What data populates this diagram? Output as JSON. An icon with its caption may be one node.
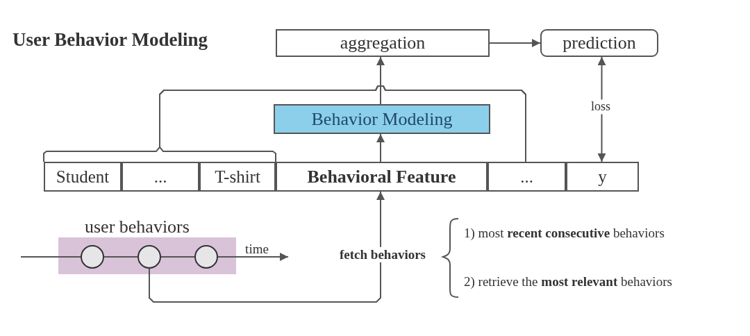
{
  "diagram": {
    "title": "User Behavior Modeling",
    "nodes": [
      {
        "text": [
          "aggregation"
        ]
      },
      {
        "text": [
          "prediction"
        ]
      },
      {
        "text": [
          "Behavior Modeling"
        ]
      },
      {
        "text": [
          "Student"
        ]
      },
      {
        "text": [
          "..."
        ]
      },
      {
        "text": [
          "T-shirt"
        ]
      },
      {
        "text": [
          "Behavioral Feature"
        ]
      },
      {
        "text": [
          "..."
        ]
      },
      {
        "text": [
          "y"
        ]
      },
      {
        "text": [
          "user behaviors"
        ]
      },
      {
        "text": [],
        "shape": "circle",
        "in": 9
      },
      {
        "text": [],
        "shape": "circle",
        "in": 9
      },
      {
        "text": [],
        "shape": "circle",
        "in": 9
      }
    ],
    "edges": [
      {
        "from": 0,
        "to": 1,
        "arrow": "to"
      },
      {
        "from": 2,
        "to": 0,
        "arrow": "to"
      },
      {
        "from": 6,
        "to": 2,
        "arrow": "to"
      },
      {
        "from": 8,
        "to": 1,
        "arrow": "both",
        "label": "loss"
      },
      {
        "from": 3,
        "to": 7,
        "arrow": "none"
      },
      {
        "from": 5,
        "to": 7,
        "arrow": "none"
      },
      {
        "from": null,
        "to": 10,
        "arrow": "none"
      },
      {
        "from": 10,
        "to": 11,
        "arrow": "none"
      },
      {
        "from": 11,
        "to": 12,
        "arrow": "none"
      },
      {
        "from": 12,
        "to": null,
        "arrow": "to",
        "label": "time"
      },
      {
        "from": 11,
        "to": 6,
        "arrow": "to",
        "label": "fetch behaviors"
      }
    ],
    "labels": [
      "1) most **recent consecutive** behaviors",
      "2) retrieve the **most relevant** behaviors"
    ]
  }
}
